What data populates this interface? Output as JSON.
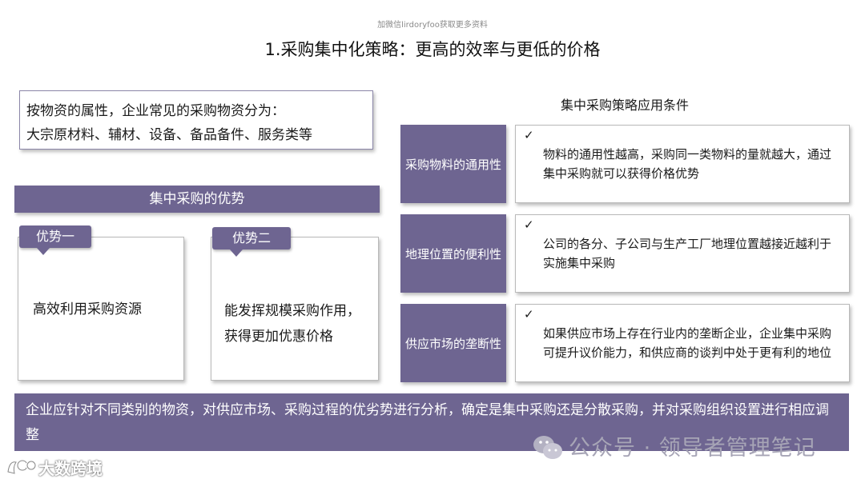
{
  "watermark_top": "加微信lirdoryfoo获取更多资料",
  "title": "1.采购集中化策略：更高的效率与更低的价格",
  "classification": {
    "line1": "按物资的属性，企业常见的采购物资分为：",
    "line2": "大宗原材料、辅材、设备、备品备件、服务类等"
  },
  "advantages": {
    "header": "集中采购的优势",
    "items": [
      {
        "tag": "优势一",
        "line1": "高效利用采购资源",
        "line2": ""
      },
      {
        "tag": "优势二",
        "line1": "能发挥规模采购作用，",
        "line2": "获得更加优惠价格"
      }
    ]
  },
  "conditions": {
    "title": "集中采购策略应用条件",
    "check_mark": "✓",
    "items": [
      {
        "label": "采购物料的通用性",
        "text": "物料的通用性越高，采购同一类物料的量就越大，通过集中采购就可以获得价格优势"
      },
      {
        "label": "地理位置的便利性",
        "text": "公司的各分、子公司与生产工厂地理位置越接近越利于实施集中采购"
      },
      {
        "label": "供应市场的垄断性",
        "text": "如果供应市场上存在行业内的垄断企业，企业集中采购可提升议价能力，和供应商的谈判中处于更有利的地位"
      }
    ]
  },
  "bottom": {
    "text": "企业应针对不同类别的物资，对供应市场、采购过程的优劣势进行分析，确定是集中采购还是分散采购，并对采购组织设置进行相应调整"
  },
  "watermarks": {
    "wechat_icon": "wechat-icon",
    "wechat": "公众号 · 领导者管理笔记",
    "corner": "大数跨境"
  },
  "colors": {
    "accent": "#6e6591",
    "border": "#b9b9b9"
  }
}
